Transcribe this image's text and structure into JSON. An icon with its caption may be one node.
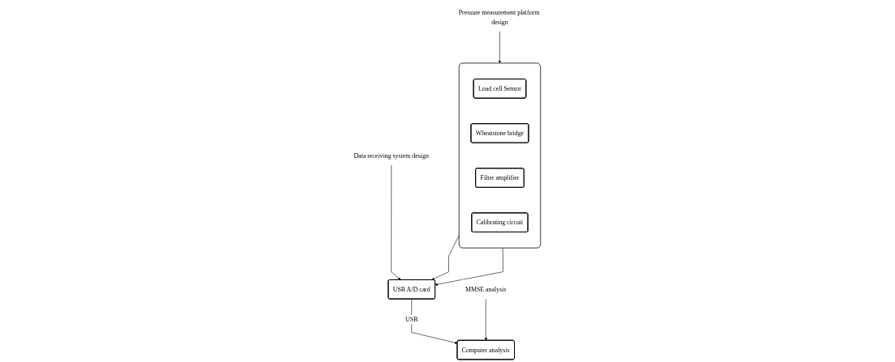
{
  "diagram": {
    "nodes": [
      {
        "text": [],
        "shape": "box"
      },
      {
        "text": [
          "Load cell Sensor"
        ],
        "in": 0
      },
      {
        "text": [
          "Wheatstone bridge"
        ],
        "in": 0
      },
      {
        "text": [
          "Filter amplifier"
        ],
        "in": 0
      },
      {
        "text": [
          "Calibrating circuit"
        ],
        "in": 0
      },
      {
        "text": [
          "USB A/D card"
        ]
      },
      {
        "text": [
          "Computer analysis"
        ]
      },
      {
        "text": [
          "Pressure measurement platform design"
        ]
      },
      {
        "text": [
          "Data receiving system design"
        ]
      },
      {
        "text": [
          "MMSE analysis"
        ]
      }
    ],
    "edges": [
      {
        "from": 0,
        "to": 5,
        "arrow": "to"
      },
      {
        "from": 0,
        "to": 5,
        "arrow": "to"
      },
      {
        "from": 5,
        "to": 6,
        "arrow": "to",
        "label": "USB"
      },
      {
        "from": 7,
        "to": 0,
        "arrow": "to"
      },
      {
        "from": 8,
        "to": 5,
        "arrow": "to"
      },
      {
        "from": 9,
        "to": 6,
        "arrow": "to"
      }
    ]
  }
}
